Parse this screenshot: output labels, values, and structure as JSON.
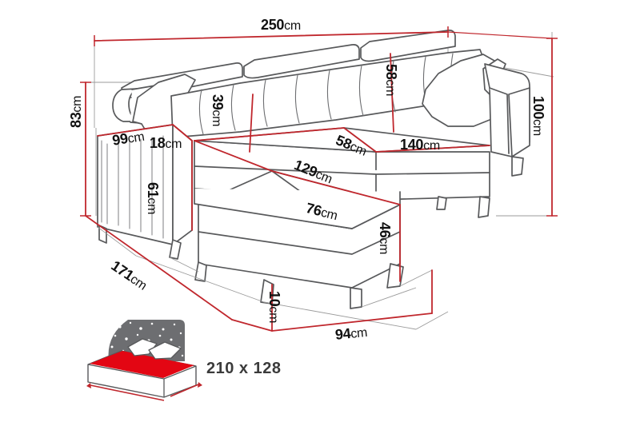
{
  "figure": {
    "type": "technical-dimension-drawing",
    "subject": "corner-sofa-bed",
    "units": "cm",
    "colors": {
      "dimension_line": "#c0272d",
      "outline": "#58595b",
      "outline_dark": "#3b3b3b",
      "text": "#111111",
      "bed_accent": "#e30613",
      "night_sky": "#6d6e71",
      "background": "#ffffff"
    }
  },
  "dimensions": {
    "overall_width": {
      "value": "250",
      "unit": "cm",
      "name": "overall-width"
    },
    "overall_height": {
      "value": "100",
      "unit": "cm",
      "name": "overall-height"
    },
    "seat_back_height": {
      "value": "83",
      "unit": "cm",
      "name": "armrest-height"
    },
    "chaise_depth": {
      "value": "171",
      "unit": "cm",
      "name": "chaise-total-depth"
    },
    "armrest_top_depth": {
      "value": "99",
      "unit": "cm",
      "name": "armrest-top-depth"
    },
    "armrest_width": {
      "value": "18",
      "unit": "cm",
      "name": "armrest-width"
    },
    "backrest_cushion_height": {
      "value": "39",
      "unit": "cm",
      "name": "backrest-cushion-height"
    },
    "backrest_height": {
      "value": "58",
      "unit": "cm",
      "name": "backrest-height"
    },
    "seat_depth_side": {
      "value": "58",
      "unit": "cm",
      "name": "seat-depth"
    },
    "seat_width": {
      "value": "140",
      "unit": "cm",
      "name": "seat-width"
    },
    "armrest_outer_height": {
      "value": "61",
      "unit": "cm",
      "name": "armrest-outer-height"
    },
    "chaise_length": {
      "value": "129",
      "unit": "cm",
      "name": "chaise-length"
    },
    "chaise_width": {
      "value": "76",
      "unit": "cm",
      "name": "chaise-width"
    },
    "seat_height": {
      "value": "46",
      "unit": "cm",
      "name": "seat-height"
    },
    "leg_height": {
      "value": "10",
      "unit": "cm",
      "name": "leg-height"
    },
    "base_depth": {
      "value": "94",
      "unit": "cm",
      "name": "base-depth"
    }
  },
  "bed_icon": {
    "sleeping_area": "210 x 128",
    "name": "sleeping-area-icon"
  }
}
